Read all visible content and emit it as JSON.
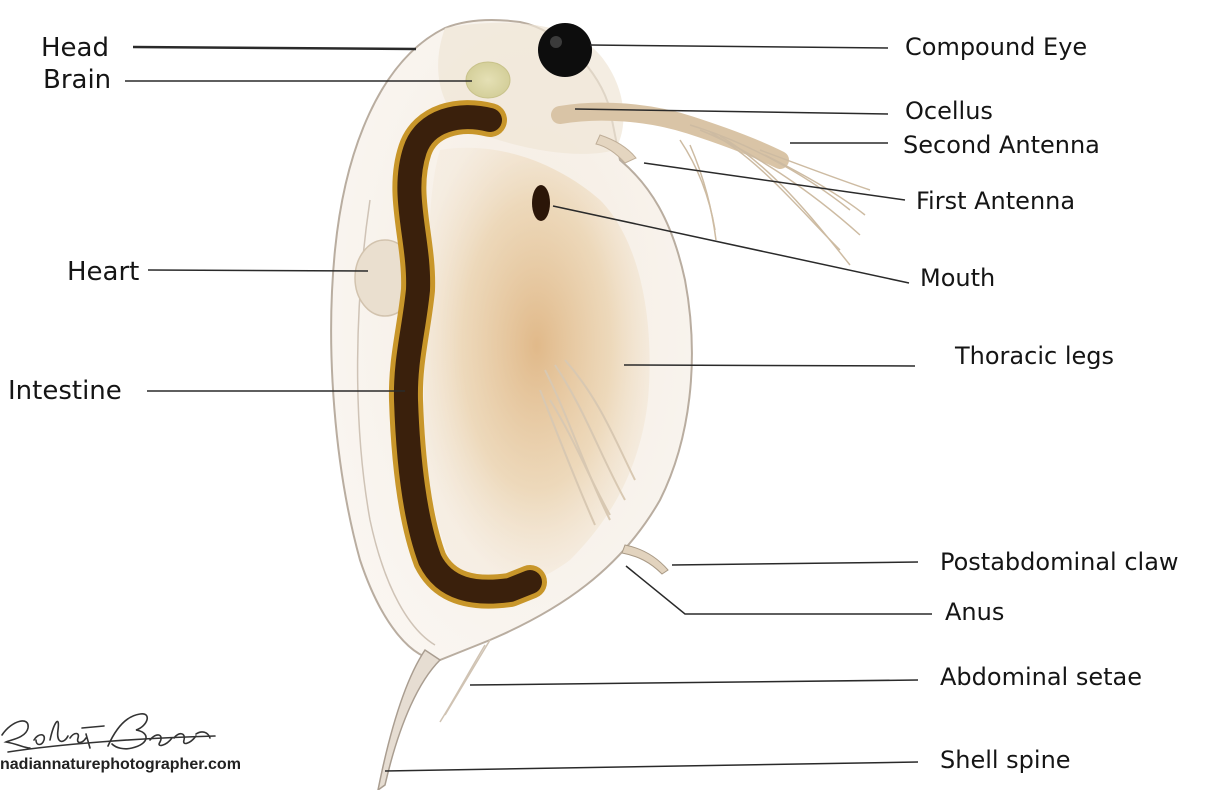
{
  "labels": {
    "head": "Head",
    "brain": "Brain",
    "heart": "Heart",
    "intestine": "Intestine",
    "compound_eye": "Compound Eye",
    "ocellus": "Ocellus",
    "second_antenna": "Second Antenna",
    "first_antenna": "First Antenna",
    "mouth": "Mouth",
    "thoracic_legs": "Thoracic legs",
    "postabdominal_claw": "Postabdominal claw",
    "anus": "Anus",
    "abdominal_setae": "Abdominal setae",
    "shell_spine": "Shell spine"
  },
  "credit": {
    "signature": "Robert Berdan",
    "website": "nadiannaturephotographer.com"
  },
  "colors": {
    "background": "#ffffff",
    "body_shell": "#efe6db",
    "intestine_dark": "#3a200c",
    "intestine_rim": "#c8962a",
    "gut_tissue": "#e5c79c",
    "eye": "#0d0d0d",
    "leader_line": "#2a2a2a"
  }
}
